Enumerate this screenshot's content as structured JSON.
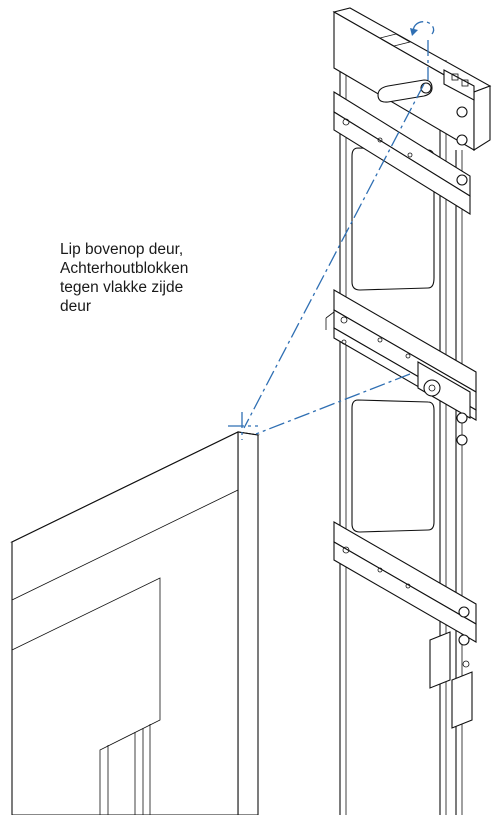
{
  "instruction": {
    "lines": [
      "Lip bovenop deur,",
      "Achterhoutblokken",
      "tegen vlakke zijde",
      "deur"
    ]
  },
  "colors": {
    "guide_line": "#2f6fb3",
    "outline": "#111111",
    "background": "#ffffff"
  },
  "icons": {
    "rotation": "rotate-arrow-icon"
  }
}
